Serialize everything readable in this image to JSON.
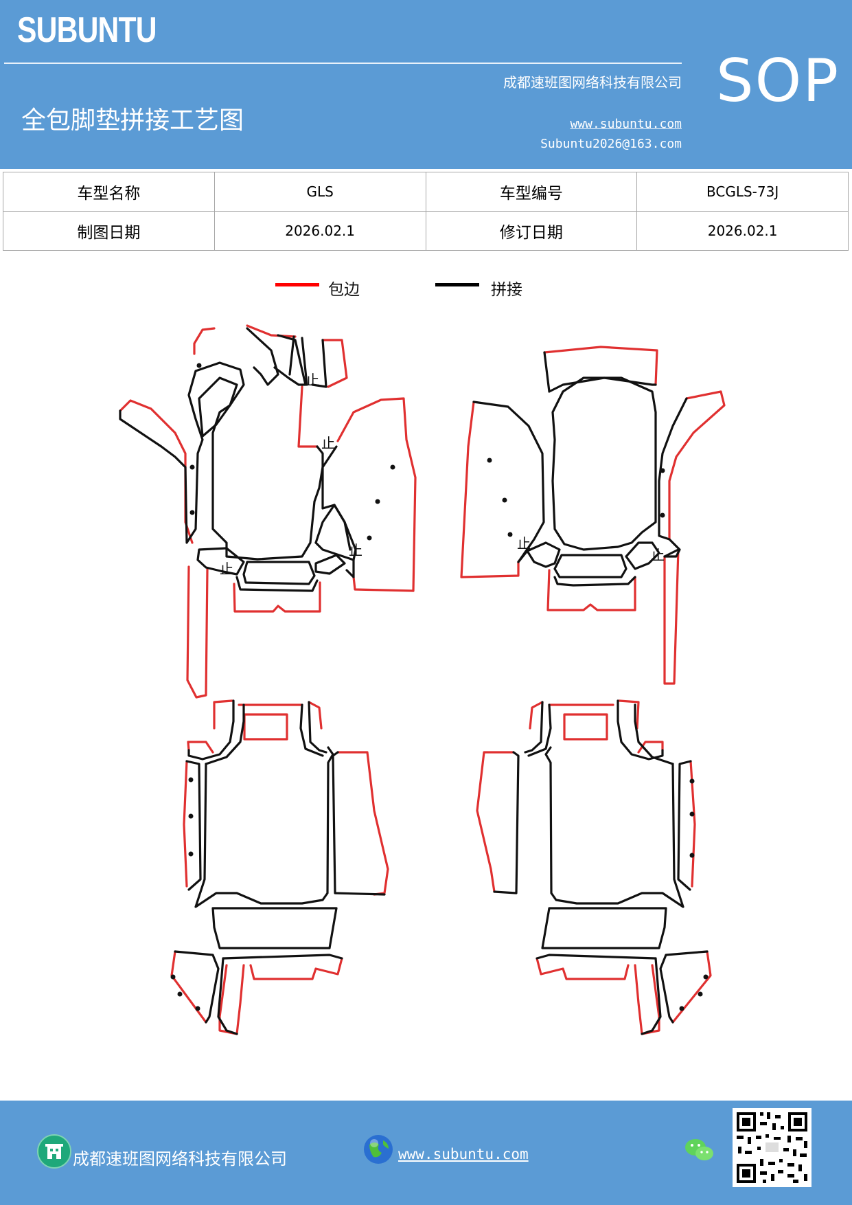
{
  "header": {
    "brand": "SUBUNTU",
    "company": "成都速班图网络科技有限公司",
    "title": "全包脚垫拼接工艺图",
    "website": "www.subuntu.com",
    "email": "Subuntu2026@163.com",
    "badge": "SOP"
  },
  "info": {
    "model_name_label": "车型名称",
    "model_name": "GLS",
    "model_code_label": "车型编号",
    "model_code": "BCGLS-73J",
    "drawing_date_label": "制图日期",
    "drawing_date": "2026.02.1",
    "revision_date_label": "修订日期",
    "revision_date": "2026.02.1"
  },
  "legend": {
    "items": [
      {
        "label": "包边",
        "color": "#ff0000"
      },
      {
        "label": "拼接",
        "color": "#000000"
      }
    ]
  },
  "diagram": {
    "stop_mark": "止",
    "edge_color": "#e03030",
    "seam_color": "#111111"
  },
  "footer": {
    "company": "成都速班图网络科技有限公司",
    "website": "www.subuntu.com"
  }
}
